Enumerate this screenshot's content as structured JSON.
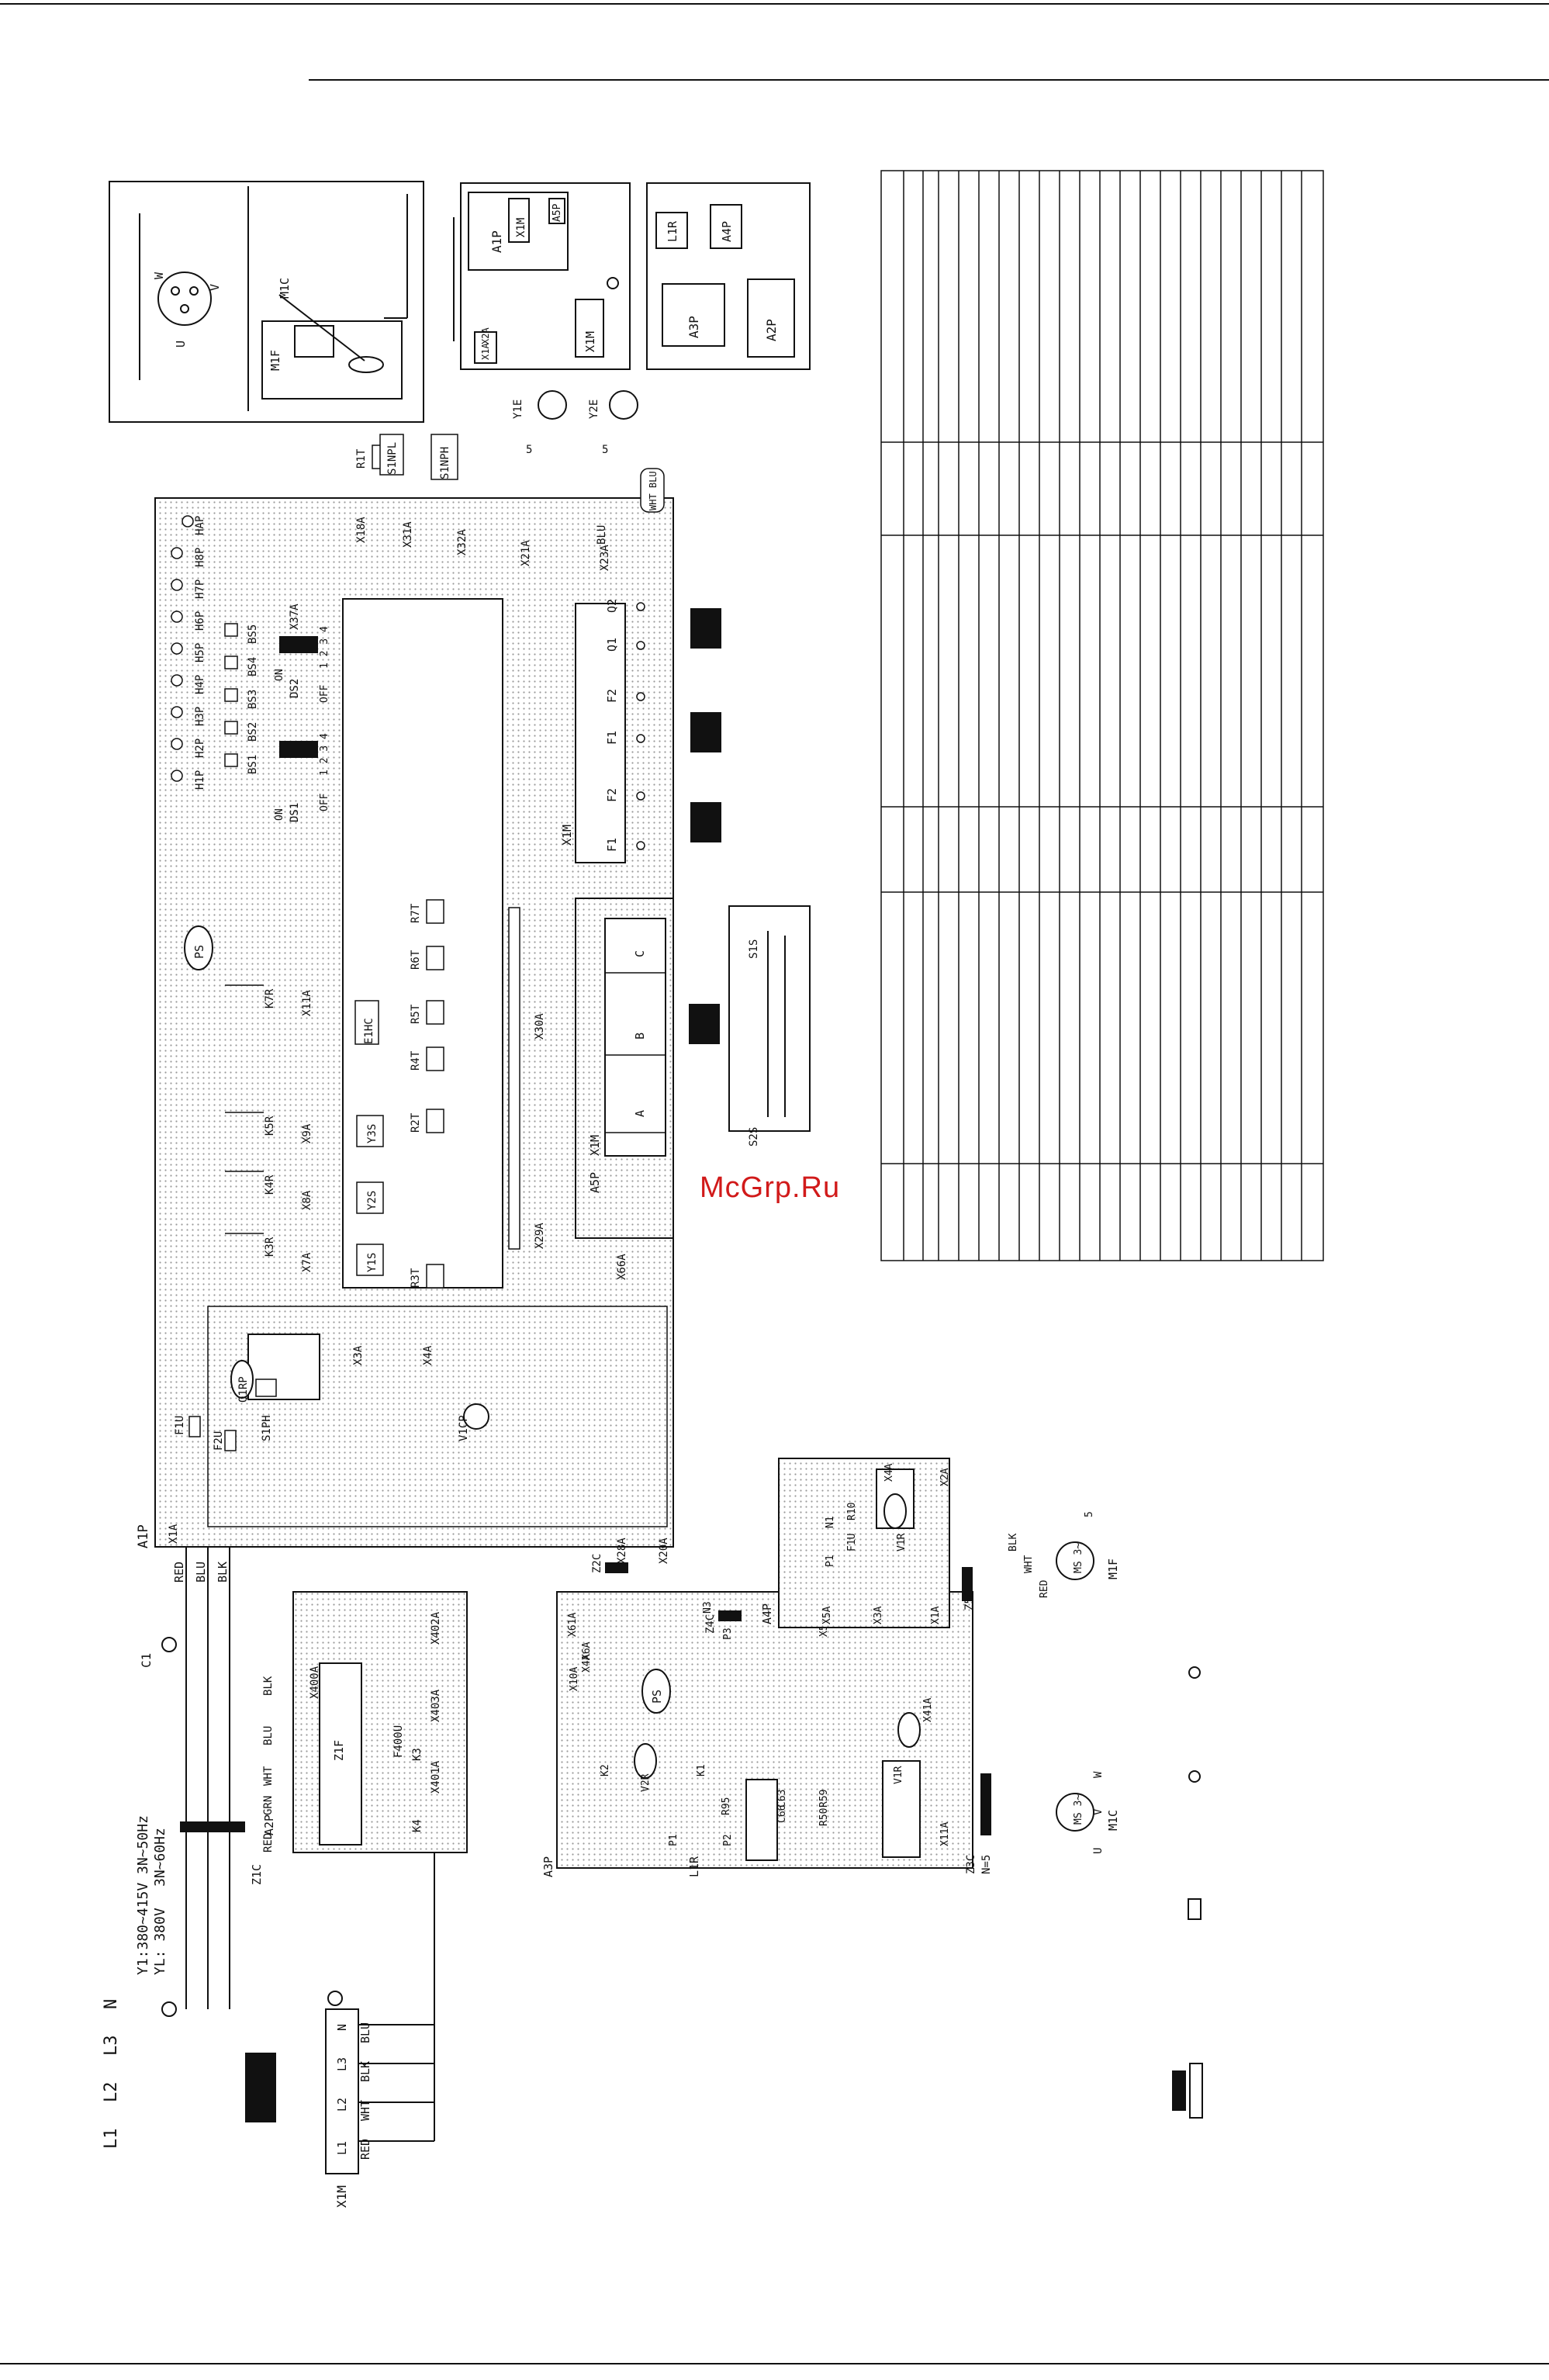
{
  "watermark": "McGrp.Ru",
  "supply": {
    "voltage_y1": "Y1:380~415V 3N~50Hz",
    "voltage_y1_60": "3N~60Hz",
    "voltage_yl": "YL: 380V",
    "phases": [
      "L1",
      "L2",
      "L3",
      "N"
    ]
  },
  "boards": {
    "main": "A1P",
    "noise_filter": "A2P",
    "inverter": "A3P",
    "fan_inverter": "A4P",
    "display": "A5P"
  },
  "terminals": {
    "x1m_main": "X1M",
    "x1m_main_pins": [
      "L1",
      "L2",
      "L3",
      "N"
    ],
    "x1m_outdoor": "X1M",
    "x1m_outdoor_pins": [
      "F1",
      "F2",
      "F1",
      "F2",
      "Q1",
      "Q2"
    ],
    "x1m_display": "X1M",
    "x1m_display_pins": [
      "A",
      "B",
      "C"
    ]
  },
  "wires": {
    "red": "RED",
    "blu": "BLU",
    "blk": "BLK",
    "wht": "WHT",
    "grn": "GRN"
  },
  "leds": [
    "H1P",
    "H2P",
    "H3P",
    "H4P",
    "H5P",
    "H6P",
    "H7P",
    "H8P",
    "HAP"
  ],
  "buttons": [
    "BS1",
    "BS2",
    "BS3",
    "BS4",
    "BS5"
  ],
  "dip_switches": [
    {
      "name": "DS1",
      "on": "ON",
      "off": "OFF",
      "pins": "1 2 3 4"
    },
    {
      "name": "DS2",
      "on": "ON",
      "off": "OFF",
      "pins": "1 2 3 4"
    }
  ],
  "connectors_a1p": [
    "X1A",
    "X2A",
    "X3A",
    "X4A",
    "X7A",
    "X8A",
    "X9A",
    "X11A",
    "X18A",
    "X20A",
    "X21A",
    "X23A",
    "X28A",
    "X29A",
    "X30A",
    "X31A",
    "X32A",
    "X37A",
    "X66A"
  ],
  "fuses": [
    "F1U",
    "F2U",
    "F400U"
  ],
  "protection": [
    "Q1RP",
    "S1PH",
    "V1CP"
  ],
  "relays_a1p": [
    "K3R",
    "K4R",
    "K5R",
    "K7R"
  ],
  "solenoids": [
    "Y1S",
    "Y2S",
    "Y3S"
  ],
  "heater": "E1HC",
  "thermistors": [
    "R1T",
    "R2T",
    "R3T",
    "R4T",
    "R5T",
    "R6T",
    "R7T"
  ],
  "pressure_switches": [
    "S1NPL",
    "S1NPH"
  ],
  "expansion_valves": [
    {
      "name": "Y1E",
      "pins": "5"
    },
    {
      "name": "Y2E",
      "pins": "5"
    }
  ],
  "ps_label": "PS",
  "a2p_parts": [
    "X400A",
    "X401A",
    "X402A",
    "X403A",
    "Z1F",
    "K3",
    "K4"
  ],
  "a3p_parts": [
    "X10A",
    "X41A",
    "X61A",
    "X6A",
    "X5A",
    "X4A",
    "X11A",
    "K1",
    "K2",
    "R95",
    "C63",
    "C66",
    "R50",
    "R59",
    "V1R",
    "V2R",
    "P1",
    "P2",
    "P3",
    "N3"
  ],
  "a4p_parts": [
    "X1A",
    "X2A",
    "X4A",
    "X5A",
    "X3A",
    "P1",
    "N1",
    "F1U",
    "R10",
    "V1R"
  ],
  "reactor": "L1R",
  "capacitor": "C1",
  "ferrite_cores": [
    "Z1C",
    "Z2C",
    "Z3C",
    "Z4C",
    "Z5C"
  ],
  "ferrite_note": "N=5",
  "motors": [
    {
      "name": "M1C",
      "type": "MS 3~",
      "pins": [
        "U",
        "V",
        "W"
      ]
    },
    {
      "name": "M1F",
      "type": "MS 3~",
      "pins": [
        "RED",
        "WHT",
        "BLK"
      ]
    }
  ],
  "outdoor_switch": [
    "S1S",
    "S2S"
  ],
  "misc": {
    "wht_blu": "WHT BLU",
    "blu": "BLU",
    "five": "5"
  },
  "inset_compressor": {
    "u": "U",
    "v": "V",
    "w": "W",
    "m1c": "M1C",
    "m1f": "M1F"
  },
  "inset_switchbox": {
    "a1p": "A1P",
    "x1m": "X1M",
    "a5p": "A5P",
    "x1a": "X1A",
    "x2a": "X2A",
    "x1m_b": "X1M"
  },
  "inset_inverter": {
    "l1r": "L1R",
    "a4p": "A4P",
    "a3p": "A3P",
    "a2p": "A2P"
  },
  "colors": {
    "line": "#111111",
    "watermark": "#d11a1a",
    "board_dot": "#9a9a9a"
  }
}
